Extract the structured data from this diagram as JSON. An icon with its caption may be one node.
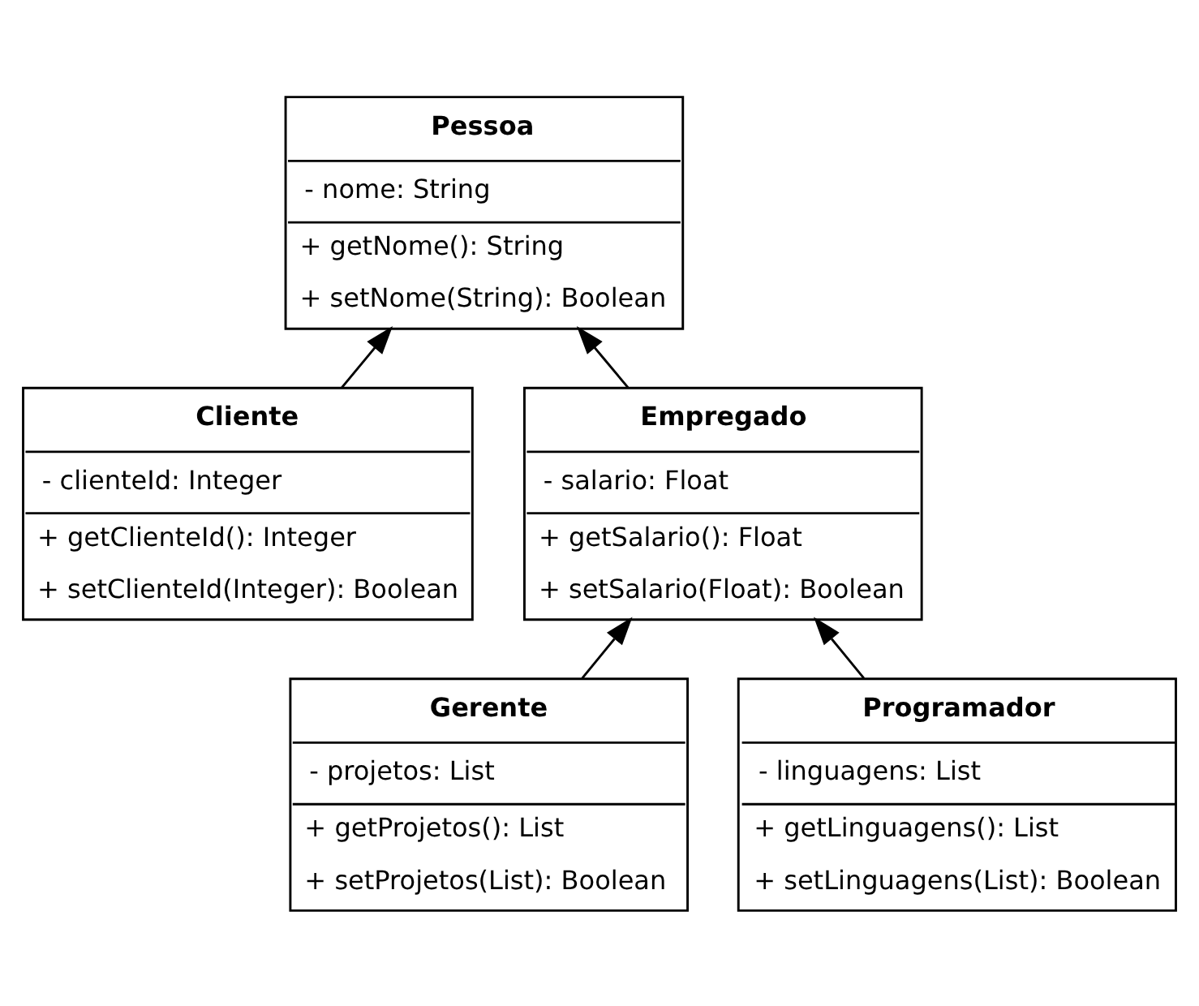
{
  "diagram": {
    "nodes": [
      {
        "text": [
          "Pessoa",
          "- nome: String",
          "+ getNome(): String",
          "+ setNome(String): Boolean"
        ]
      },
      {
        "text": [
          "Cliente",
          "- clienteId: Integer",
          "+ getClienteId(): Integer",
          "+ setClienteId(Integer): Boolean"
        ]
      },
      {
        "text": [
          "Empregado",
          "- salario: Float",
          "+ getSalario(): Float",
          "+ setSalario(Float): Boolean"
        ]
      },
      {
        "text": [
          "Gerente",
          "- projetos: List",
          "+ getProjetos(): List",
          "+ setProjetos(List): Boolean"
        ]
      },
      {
        "text": [
          "Programador",
          "- linguagens: List",
          "+ getLinguagens(): List",
          "+ setLinguagens(List): Boolean"
        ]
      }
    ],
    "edges": [
      {
        "from": 1,
        "to": 0,
        "arrow": "to"
      },
      {
        "from": 2,
        "to": 0,
        "arrow": "to"
      },
      {
        "from": 3,
        "to": 2,
        "arrow": "to"
      },
      {
        "from": 4,
        "to": 2,
        "arrow": "to"
      }
    ]
  }
}
